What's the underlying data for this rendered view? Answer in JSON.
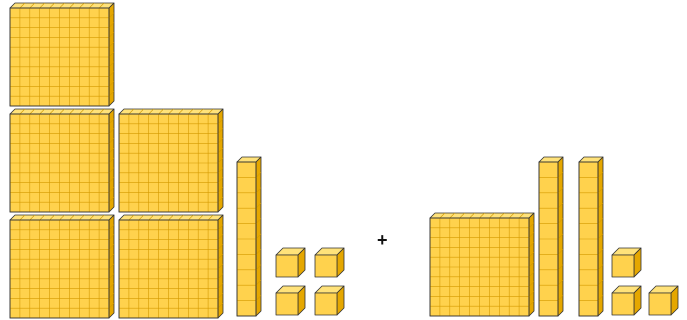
{
  "colors": {
    "face": "#ffd24d",
    "top": "#ffe27a",
    "side": "#e5a700",
    "grid": "#d49a00",
    "stroke": "#333333"
  },
  "left_group": {
    "hundreds": 5,
    "tens": 1,
    "ones": 4
  },
  "operator": "+",
  "right_group": {
    "hundreds": 1,
    "tens": 2,
    "ones": 3
  }
}
